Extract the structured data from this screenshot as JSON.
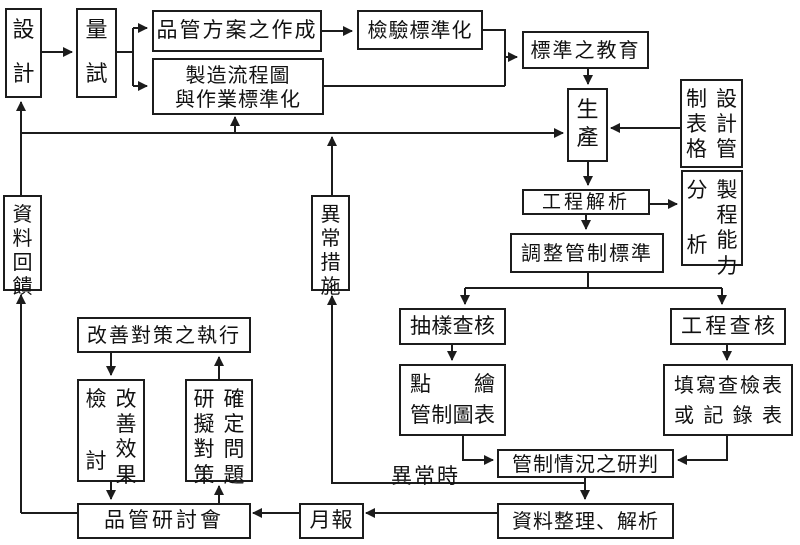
{
  "colors": {
    "line": "#1c1c1c",
    "background": "#ffffff",
    "text": "#111111"
  },
  "nodes": {
    "design": {
      "chars": "設計"
    },
    "trial": {
      "chars": "量試"
    },
    "qc_plan": {
      "text": "品管方案之作成"
    },
    "process_std": {
      "line1": "製造流程圖",
      "line2": "與作業標準化"
    },
    "inspection_std": {
      "text": "檢驗標準化"
    },
    "std_education": {
      "text": "標準之教育"
    },
    "production": {
      "chars": "生產"
    },
    "control_forms": {
      "col_left": "制表格",
      "col_right": "設計管"
    },
    "process_analysis": {
      "text": "工程解析"
    },
    "capability": {
      "col_left": "分析",
      "col_right": "製程能力"
    },
    "adjust_std": {
      "text": "調整管制標準"
    },
    "sampling_check": {
      "chars": "抽樣查核"
    },
    "process_check": {
      "chars": "工程查核"
    },
    "plot_charts": {
      "line1": "點繪",
      "line2": "管制圖表"
    },
    "fill_sheets": {
      "line1": "填寫查檢表",
      "line2": "或記錄表"
    },
    "control_judgment": {
      "text": "管制情況之研判"
    },
    "data_analysis": {
      "text": "資料整理、解析"
    },
    "monthly_report": {
      "text": "月報"
    },
    "qc_meeting": {
      "text": "品管研討會"
    },
    "improvement_exec": {
      "text": "改善對策之執行"
    },
    "review_effect": {
      "col_left": "檢討",
      "col_right": "改善效果"
    },
    "define_problem": {
      "col_left": "研擬對策",
      "col_right": "確定問題"
    },
    "data_feedback": {
      "chars": "資料回饋"
    },
    "abnormal_action": {
      "chars": "異常措施"
    },
    "abnormal_label": {
      "text": "異常時"
    }
  }
}
